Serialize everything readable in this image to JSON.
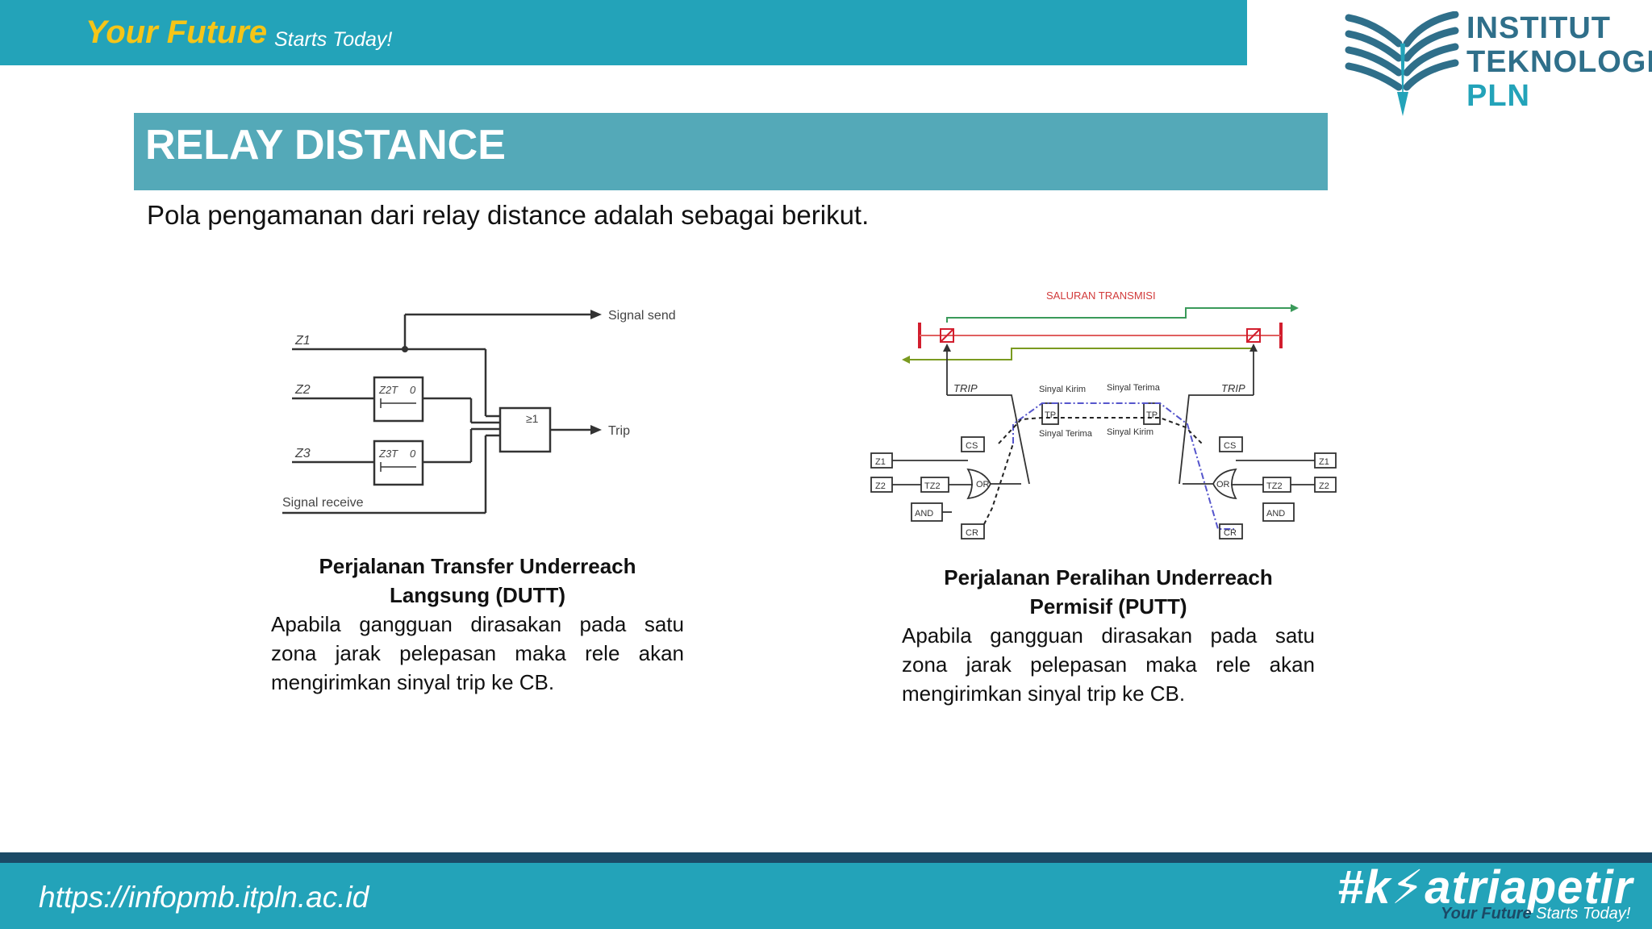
{
  "header": {
    "tagline_main": "Your Future",
    "tagline_sub": "Starts Today!"
  },
  "logo": {
    "line1": "INSTITUT",
    "line2": "TEKNOLOGI",
    "line3": "PLN"
  },
  "slide": {
    "title": "RELAY DISTANCE",
    "intro": "Pola pengamanan dari relay distance adalah sebagai berikut."
  },
  "diagram_left": {
    "z1": "Z1",
    "z2": "Z2",
    "z3": "Z3",
    "z2t": "Z2T",
    "z3t": "Z3T",
    "zero": "0",
    "or_gate": "≥1",
    "signal_send": "Signal send",
    "trip": "Trip",
    "signal_receive": "Signal receive"
  },
  "diagram_right": {
    "line_title": "SALURAN TRANSMISI",
    "trip": "TRIP",
    "sinyal_kirim": "Sinyal Kirim",
    "sinyal_terima": "Sinyal Terima",
    "tp": "TP",
    "cs": "CS",
    "cr": "CR",
    "z1": "Z1",
    "z2": "Z2",
    "tz2": "TZ2",
    "or_gate": "OR",
    "and_gate": "AND"
  },
  "caption_left": {
    "heading_line1": "Perjalanan Transfer Underreach",
    "heading_line2": "Langsung (DUTT)",
    "body": "Apabila gangguan dirasakan pada satu zona jarak pelepasan maka rele akan mengirimkan sinyal trip ke CB."
  },
  "caption_right": {
    "heading_line1": "Perjalanan Peralihan Underreach",
    "heading_line2": "Permisif (PUTT)",
    "body": "Apabila gangguan dirasakan pada satu zona jarak pelepasan maka rele akan mengirimkan sinyal trip ke CB."
  },
  "footer": {
    "url": "https://infopmb.itpln.ac.id",
    "hashtag": "#k⚡atriapetir",
    "tag_main": "Your Future",
    "tag_sub": "Starts Today!"
  },
  "colors": {
    "teal": "#23a3b9",
    "title_bar": "#54a9b8",
    "gold": "#f5c518",
    "navy": "#1b4a66"
  }
}
